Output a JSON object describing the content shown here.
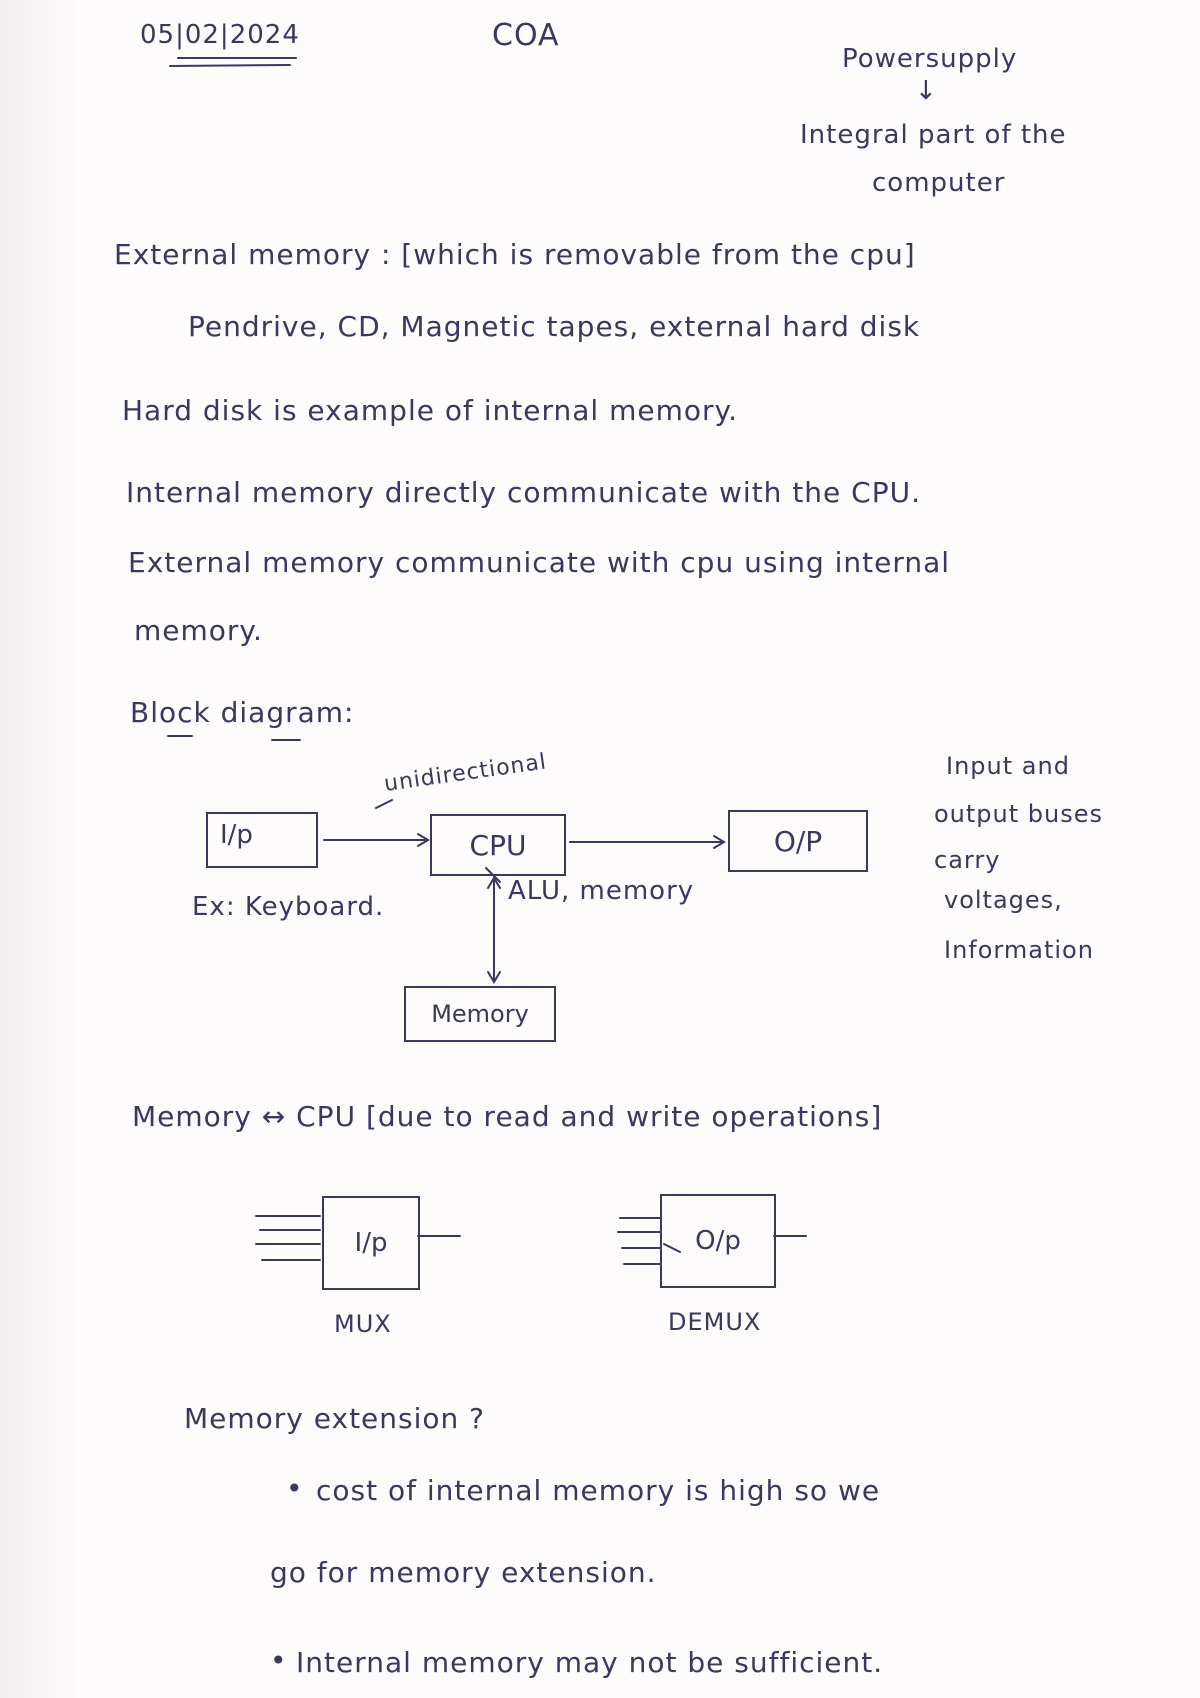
{
  "header": {
    "date": "05|02|2024",
    "subject": "COA",
    "power_supply": "Powersupply",
    "arrow": "↓",
    "integral_part_line1": "Integral part of the",
    "integral_part_line2": "computer"
  },
  "notes": {
    "external_memory": "External memory : [which is removable from the cpu]",
    "examples": "Pendrive, CD, Magnetic tapes, external hard disk",
    "hard_disk": "Hard disk is example of internal memory.",
    "internal_comm": "Internal memory directly communicate with the CPU.",
    "external_comm_line1": "External memory communicate with cpu using internal",
    "external_comm_line2": "memory.",
    "block_diagram_title": "Block diagram:"
  },
  "diagram": {
    "input_box": "I/p",
    "cpu_box": "CPU",
    "output_box": "O/P",
    "memory_box": "Memory",
    "unidirectional": "unidirectional",
    "alu_memory": "ALU, memory",
    "example_keyboard": "Ex: Keyboard.",
    "side_note": [
      "Input and",
      "output buses",
      "carry",
      "voltages,",
      "Information"
    ]
  },
  "memory_cpu_line": "Memory ↔ CPU [due to read and write operations]",
  "mux_demux": {
    "mux_box": "I/p",
    "demux_box": "O/p",
    "mux_label": "MUX",
    "demux_label": "DEMUX"
  },
  "memory_extension": {
    "title": "Memory extension ?",
    "bullet1_line1": "cost of internal memory is high so we",
    "bullet1_line2": "go for memory extension.",
    "bullet2": "Internal memory may not be sufficient."
  }
}
